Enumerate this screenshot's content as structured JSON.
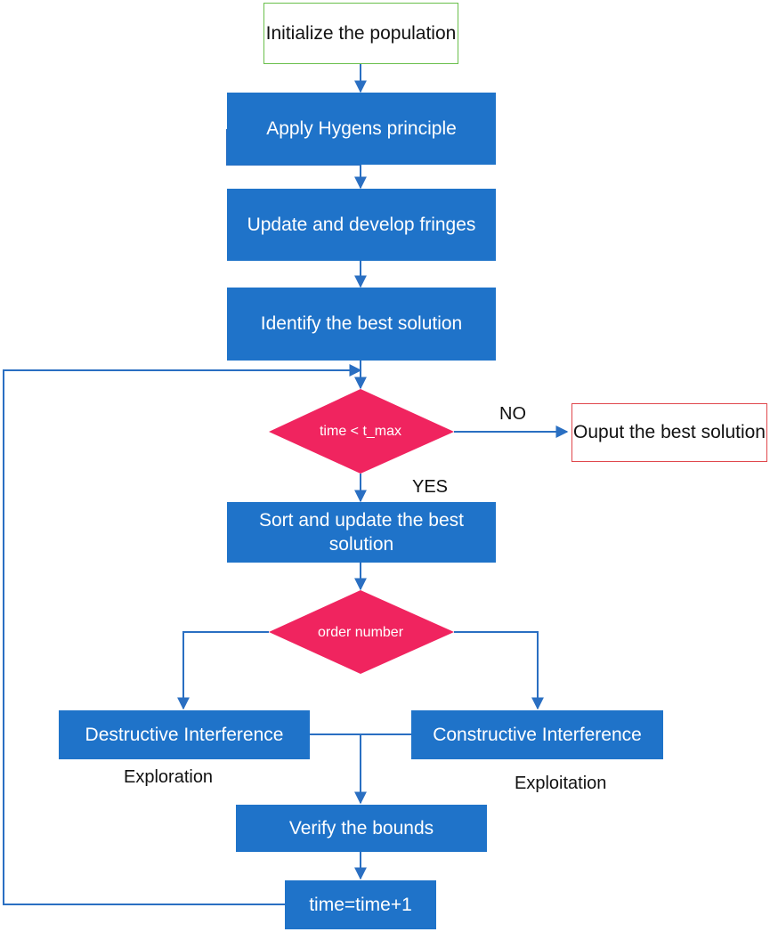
{
  "colors": {
    "box_fill": "#1f73c9",
    "box_text": "#ffffff",
    "decision_fill": "#f0245f",
    "start_border": "#6abf4b",
    "end_border": "#e0474c",
    "connector": "#2a6fc2"
  },
  "nodes": {
    "start": "Initialize the population",
    "hygens": "Apply Hygens principle",
    "fringes": "Update and develop fringes",
    "identify": "Identify the best solution",
    "time_check": "time < t_max",
    "output": "Ouput the best solution",
    "sort": "Sort and update the best solution",
    "order": "order number",
    "destructive": "Destructive Interference",
    "constructive": "Constructive Interference",
    "verify": "Verify the bounds",
    "increment": "time=time+1"
  },
  "labels": {
    "no": "NO",
    "yes": "YES",
    "exploration": "Exploration",
    "exploitation": "Exploitation"
  }
}
